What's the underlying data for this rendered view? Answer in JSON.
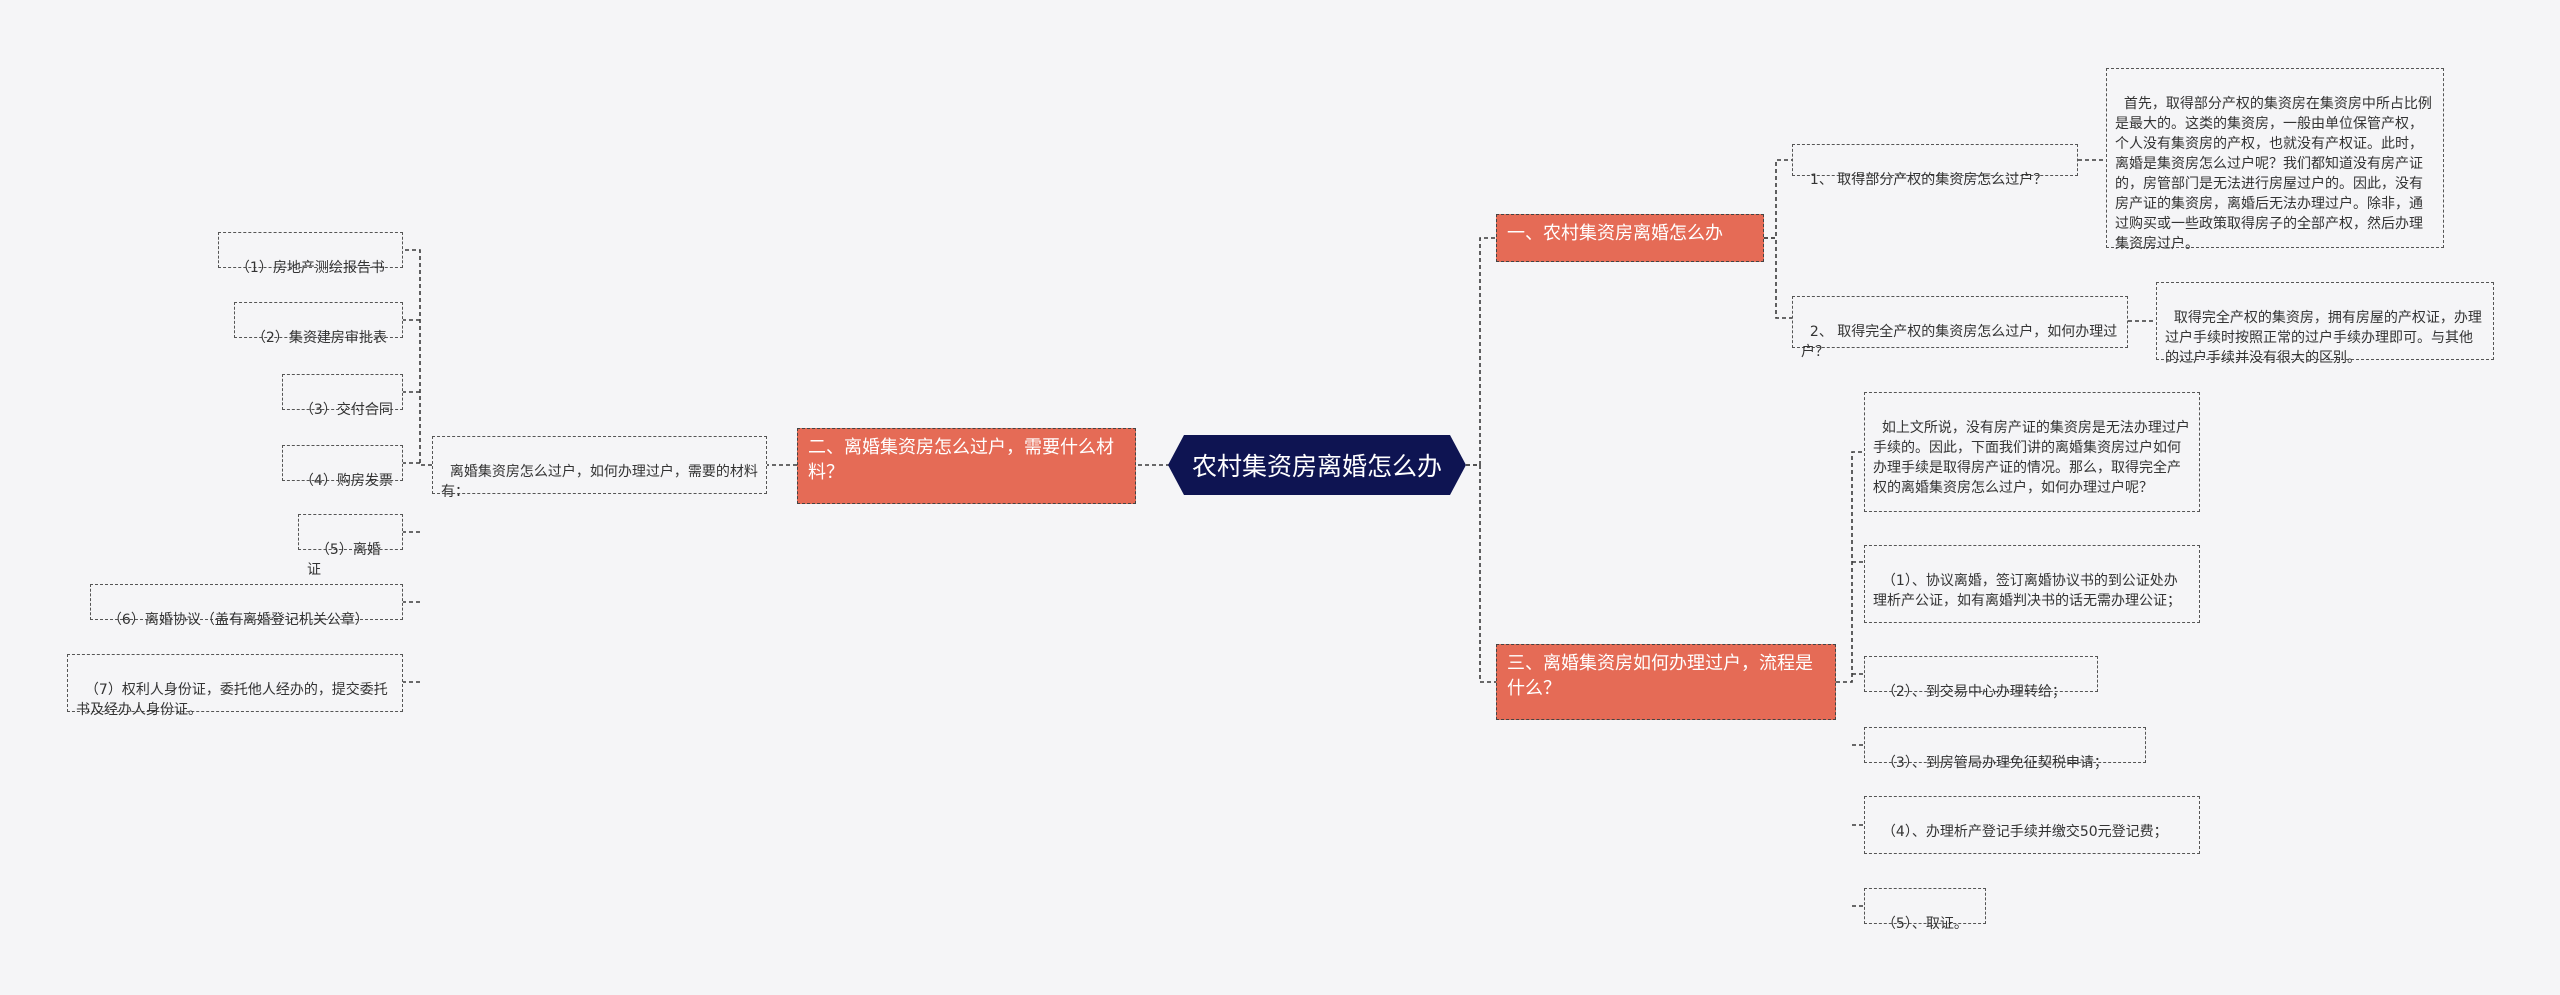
{
  "root": "农村集资房离婚怎么办",
  "branch1": {
    "title": "一、农村集资房离婚怎么办",
    "q1": "1、 取得部分产权的集资房怎么过户？",
    "q1_answer": "首先，取得部分产权的集资房在集资房中所占比例是最大的。这类的集资房，一般由单位保管产权，个人没有集资房的产权，也就没有产权证。此时，离婚是集资房怎么过户呢？我们都知道没有房产证的，房管部门是无法进行房屋过户的。因此，没有房产证的集资房，离婚后无法办理过户。除非，通过购买或一些政策取得房子的全部产权，然后办理集资房过户。",
    "q2": "2、 取得完全产权的集资房怎么过户，如何办理过户？",
    "q2_answer": "取得完全产权的集资房，拥有房屋的产权证，办理过户手续时按照正常的过户手续办理即可。与其他的过户手续并没有很大的区别。"
  },
  "branch2": {
    "title": "二、离婚集资房怎么过户，需要什么材料？",
    "intro": "离婚集资房怎么过户，如何办理过户，需要的材料有：",
    "items": [
      "（1）房地产测绘报告书",
      "（2）集资建房审批表",
      "（3）交付合同",
      "（4）购房发票",
      "（5）离婚证",
      "（6）离婚协议（盖有离婚登记机关公章）",
      "（7）权利人身份证，委托他人经办的，提交委托书及经办人身份证。"
    ]
  },
  "branch3": {
    "title": "三、离婚集资房如何办理过户，流程是什么？",
    "items": [
      "如上文所说，没有房产证的集资房是无法办理过户手续的。因此，下面我们讲的离婚集资房过户如何办理手续是取得房产证的情况。那么，取得完全产权的离婚集资房怎么过户，如何办理过户呢？",
      "（1）、协议离婚，签订离婚协议书的到公证处办理析产公证，如有离婚判决书的话无需办理公证；",
      "（2）、到交易中心办理转给；",
      "（3）、到房管局办理免征契税申请；",
      "（4）、办理析产登记手续并缴交50元登记费；",
      "（5）、取证。"
    ]
  }
}
